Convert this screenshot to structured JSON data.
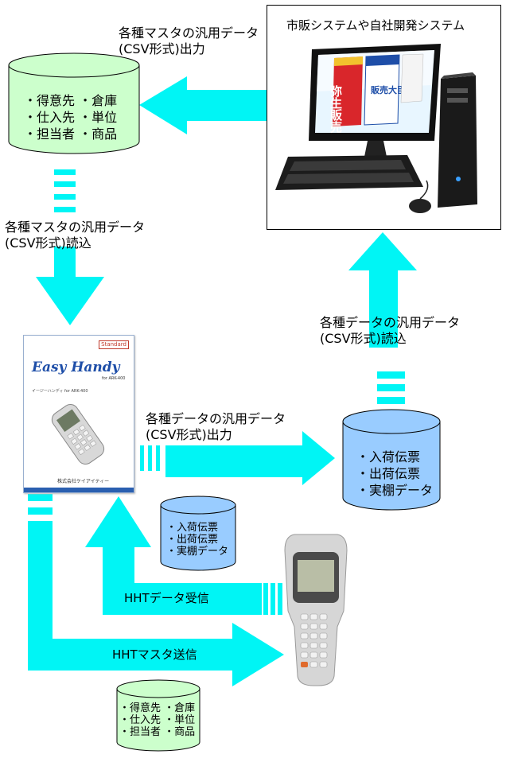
{
  "system_box": {
    "title": "市販システムや自社開発システム"
  },
  "software_boxes": [
    {
      "text": "弥生販売"
    },
    {
      "text": "販売大臣NX"
    }
  ],
  "arrows": {
    "master_output": "各種マスタの汎用データ\n(CSV形式)出力",
    "master_import": "各種マスタの汎用データ\n(CSV形式)読込",
    "data_import": "各種データの汎用データ\n(CSV形式)読込",
    "data_output": "各種データの汎用データ\n(CSV形式)出力",
    "hht_receive": "HHTデータ受信",
    "hht_send": "HHTマスタ送信"
  },
  "cylinders": {
    "master_top": {
      "lines": "・得意先 ・倉庫\n・仕入先 ・単位\n・担当者 ・商品"
    },
    "data_right": {
      "lines": "・入荷伝票\n・出荷伝票\n・実棚データ"
    },
    "data_small": {
      "lines": "・入荷伝票\n・出荷伝票\n・実棚データ"
    },
    "master_bottom": {
      "lines": "・得意先 ・倉庫\n・仕入先 ・単位\n・担当者 ・商品"
    }
  },
  "manual": {
    "tag": "Standard",
    "title": "Easy Handy",
    "subtitle": "for ARK-400",
    "caption": "イージーハンディ for ARK-400",
    "publisher": "株式会社ケイアイティー"
  },
  "colors": {
    "arrow": "#00f5f5",
    "cylinder_green": "#ccffcc",
    "cylinder_blue": "#99ccff",
    "manual_title": "#1e4ea8"
  }
}
